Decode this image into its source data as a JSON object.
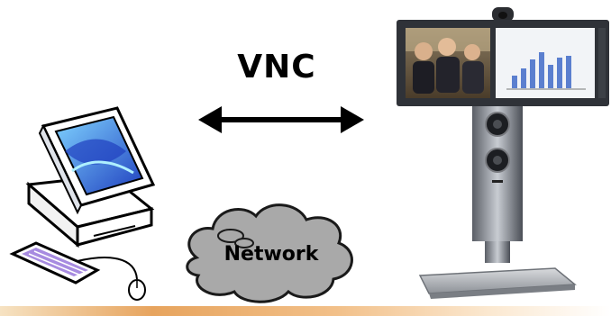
{
  "diagram": {
    "link_label": "VNC",
    "cloud_label": "Network",
    "nodes": [
      {
        "id": "computer",
        "icon": "computer-icon"
      },
      {
        "id": "videoconference-system",
        "icon": "video-terminal-icon"
      }
    ],
    "edges": [
      {
        "from": "computer",
        "to": "videoconference-system",
        "style": "bidirectional-arrow",
        "label": "VNC"
      }
    ],
    "colors": {
      "monitor_blue": "#1f3fbf",
      "cloud_gray": "#a9a9a9",
      "footer_orange": "#e7a45e"
    }
  }
}
